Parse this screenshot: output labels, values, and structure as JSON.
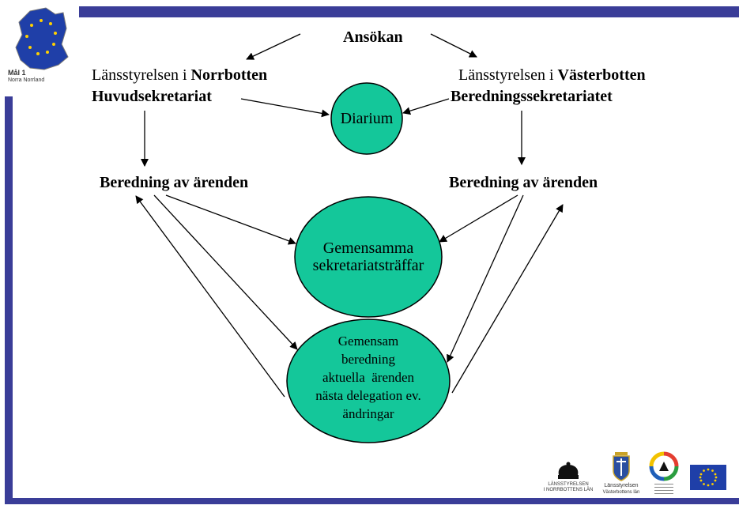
{
  "header": {
    "logo_title": "Mål 1",
    "logo_subtitle": "Norra Norrland"
  },
  "diagram": {
    "top": "Ansökan",
    "left_prefix": "Länsstyrelsen i ",
    "left_county": "Norrbotten",
    "left_unit": "Huvudsekretariat",
    "right_prefix": "Länsstyrelsen i ",
    "right_county": "Västerbotten",
    "right_unit": "Beredningssekretariatet",
    "center_node": "Diarium",
    "left_step": "Beredning av ärenden",
    "right_step": "Beredning av ärenden",
    "meeting_line1": "Gemensamma",
    "meeting_line2": "sekretariatsträffar",
    "joint_lines": [
      "Gemensam",
      "beredning",
      "aktuella  ärenden",
      "nästa delegation ev.",
      "ändringar"
    ]
  },
  "footer_logos": {
    "norrbotten_line1": "LÄNSSTYRELSEN",
    "norrbotten_line2": "I NORRBOTTENS LÄN",
    "vasterbotten_line1": "Länsstyrelsen",
    "vasterbotten_line2": "Västerbottens län"
  },
  "colors": {
    "frame": "#3a3d98",
    "node_fill": "#14c79a",
    "eu_blue": "#1f3fa8"
  }
}
